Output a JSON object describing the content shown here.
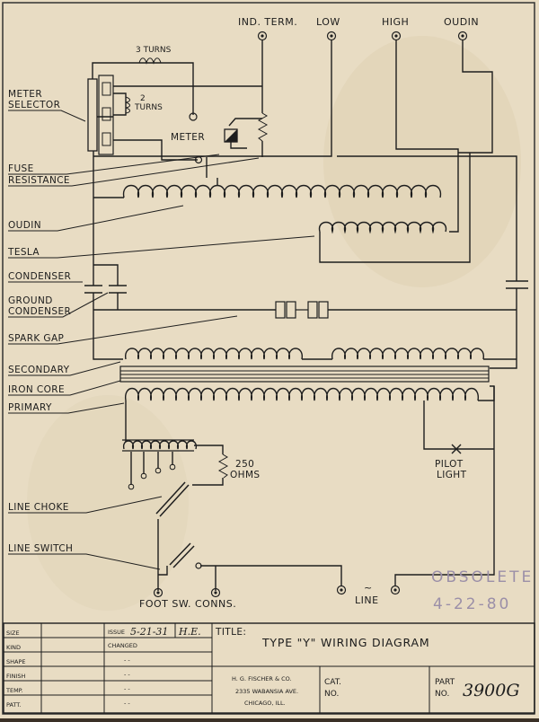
{
  "terminals": {
    "ind_term": "IND. TERM.",
    "low": "LOW",
    "high": "HIGH",
    "oudin": "OUDIN",
    "line": "LINE",
    "line_symbol": "~",
    "foot_sw": "FOOT SW. CONNS."
  },
  "labels": {
    "meter_selector_1": "METER",
    "meter_selector_2": "SELECTOR",
    "turns_3": "3 TURNS",
    "turns_2a": "2",
    "turns_2b": "TURNS",
    "meter": "METER",
    "fuse": "FUSE",
    "resistance": "RESISTANCE",
    "oudin": "OUDIN",
    "tesla": "TESLA",
    "condenser": "CONDENSER",
    "ground_1": "GROUND",
    "ground_2": "CONDENSER",
    "spark_gap": "SPARK GAP",
    "secondary": "SECONDARY",
    "iron_core": "IRON CORE",
    "primary": "PRIMARY",
    "ohms_value": "250",
    "ohms_unit": "OHMS",
    "pilot_1": "PILOT",
    "pilot_2": "LIGHT",
    "line_choke": "LINE CHOKE",
    "line_switch": "LINE SWITCH"
  },
  "stamp": {
    "line1": "OBSOLETE",
    "line2": "4-22-80"
  },
  "title_block": {
    "rows": [
      "SIZE",
      "KIND",
      "SHAPE",
      "FINISH",
      "TEMP.",
      "PATT."
    ],
    "issue_label": "ISSUE",
    "issue_date": "5-21-31",
    "initials": "H.E.",
    "changed": "CHANGED",
    "dash": "- -",
    "title_label": "TITLE:",
    "title": "TYPE \"Y\" WIRING DIAGRAM",
    "company": "H. G. FISCHER & CO.",
    "address": "2335 WABANSIA AVE.",
    "city": "CHICAGO, ILL.",
    "cat_label_1": "CAT.",
    "cat_label_2": "NO.",
    "part_label_1": "PART",
    "part_label_2": "NO.",
    "part_no": "3900G"
  }
}
